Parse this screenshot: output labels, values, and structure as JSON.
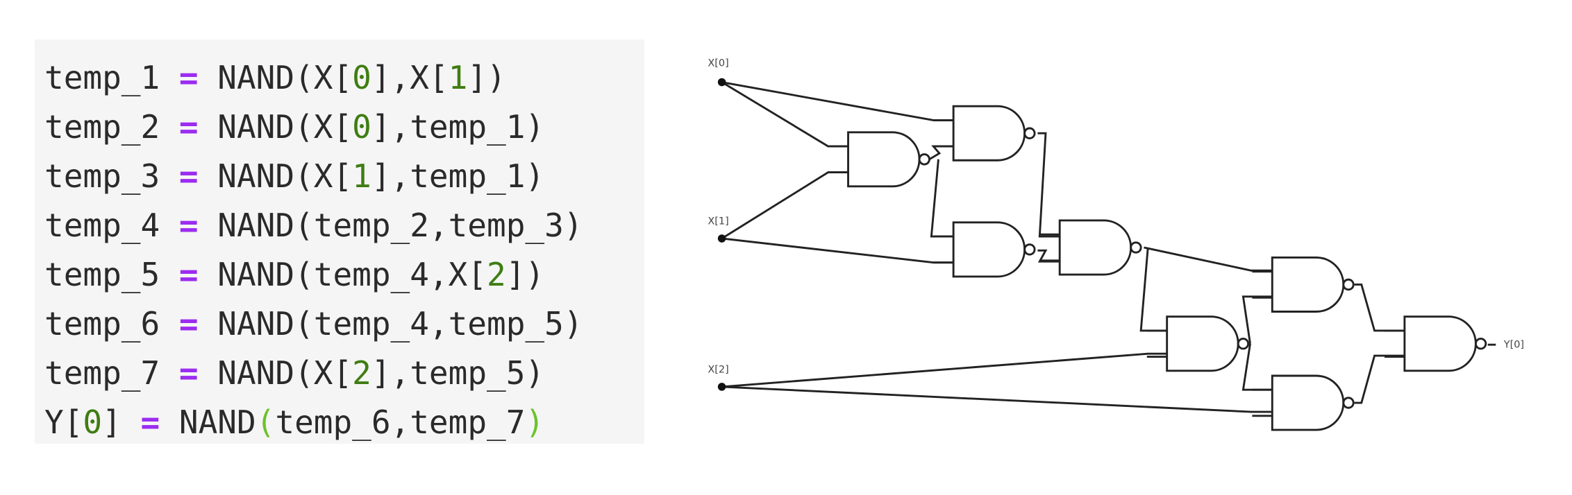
{
  "code": {
    "lines": [
      [
        {
          "t": "temp_1 "
        },
        {
          "t": "=",
          "c": "op"
        },
        {
          "t": " NAND(X["
        },
        {
          "t": "0",
          "c": "num"
        },
        {
          "t": "],X["
        },
        {
          "t": "1",
          "c": "num"
        },
        {
          "t": "])"
        }
      ],
      [
        {
          "t": "temp_2 "
        },
        {
          "t": "=",
          "c": "op"
        },
        {
          "t": " NAND(X["
        },
        {
          "t": "0",
          "c": "num"
        },
        {
          "t": "],temp_1)"
        }
      ],
      [
        {
          "t": "temp_3 "
        },
        {
          "t": "=",
          "c": "op"
        },
        {
          "t": " NAND(X["
        },
        {
          "t": "1",
          "c": "num"
        },
        {
          "t": "],temp_1)"
        }
      ],
      [
        {
          "t": "temp_4 "
        },
        {
          "t": "=",
          "c": "op"
        },
        {
          "t": " NAND(temp_2,temp_3)"
        }
      ],
      [
        {
          "t": "temp_5 "
        },
        {
          "t": "=",
          "c": "op"
        },
        {
          "t": " NAND(temp_4,X["
        },
        {
          "t": "2",
          "c": "num"
        },
        {
          "t": "])"
        }
      ],
      [
        {
          "t": "temp_6 "
        },
        {
          "t": "=",
          "c": "op"
        },
        {
          "t": " NAND(temp_4,temp_5)"
        }
      ],
      [
        {
          "t": "temp_7 "
        },
        {
          "t": "=",
          "c": "op"
        },
        {
          "t": " NAND(X["
        },
        {
          "t": "2",
          "c": "num"
        },
        {
          "t": "],temp_5)"
        }
      ],
      [
        {
          "t": "Y["
        },
        {
          "t": "0",
          "c": "num"
        },
        {
          "t": "] "
        },
        {
          "t": "=",
          "c": "op"
        },
        {
          "t": " NAND"
        },
        {
          "t": "(",
          "c": "paren2"
        },
        {
          "t": "temp_6,temp_7"
        },
        {
          "t": ")",
          "c": "paren2"
        }
      ]
    ]
  },
  "circuit": {
    "inputs": [
      "X[0]",
      "X[1]",
      "X[2]"
    ],
    "output": "Y[0]",
    "gates": [
      "temp_1",
      "temp_2",
      "temp_3",
      "temp_4",
      "temp_5",
      "temp_6",
      "temp_7",
      "Y[0]"
    ],
    "gate_type": "NAND"
  },
  "colors": {
    "operator": "#9b2cf0",
    "number": "#3f7d12",
    "paren": "#6cc22c",
    "wire": "#222222",
    "code_bg": "#f5f5f5"
  }
}
